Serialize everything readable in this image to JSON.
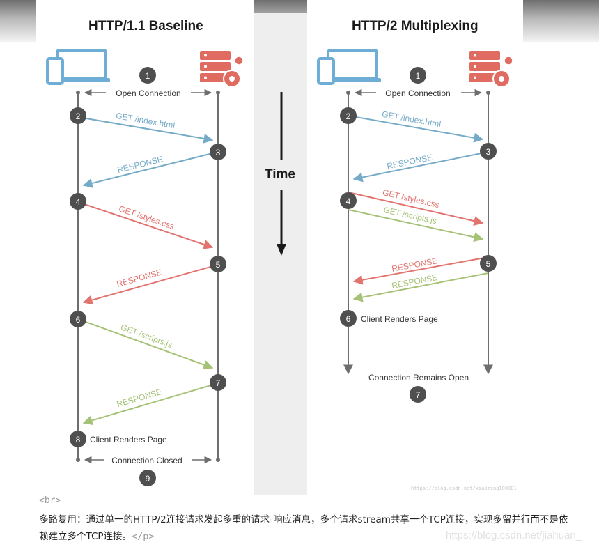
{
  "colors": {
    "blue": "#75abc7",
    "red": "#e2736f",
    "green": "#a6c277",
    "dark": "#4f4f4f",
    "line": "#6e6e6e",
    "device": "#6eaed6",
    "server": "#e06b61"
  },
  "left": {
    "title": "HTTP/1.1 Baseline",
    "open_label": "Open Connection",
    "closed_label": "Connection Closed",
    "renders_label": "Client Renders Page",
    "steps": [
      "1",
      "2",
      "3",
      "4",
      "5",
      "6",
      "7",
      "8",
      "9"
    ],
    "messages": [
      {
        "label": "GET /index.html",
        "color": "blue",
        "dir": "to-server"
      },
      {
        "label": "RESPONSE",
        "color": "blue",
        "dir": "to-client"
      },
      {
        "label": "GET /styles.css",
        "color": "red",
        "dir": "to-server"
      },
      {
        "label": "RESPONSE",
        "color": "red",
        "dir": "to-client"
      },
      {
        "label": "GET /scripts.js",
        "color": "green",
        "dir": "to-server"
      },
      {
        "label": "RESPONSE",
        "color": "green",
        "dir": "to-client"
      }
    ]
  },
  "right": {
    "title": "HTTP/2 Multiplexing",
    "open_label": "Open Connection",
    "remains_label": "Connection Remains Open",
    "renders_label": "Client Renders Page",
    "steps": [
      "1",
      "2",
      "3",
      "4",
      "5",
      "6",
      "7"
    ],
    "messages": [
      {
        "label": "GET /index.html",
        "color": "blue",
        "dir": "to-server"
      },
      {
        "label": "RESPONSE",
        "color": "blue",
        "dir": "to-client"
      },
      {
        "label": "GET /styles.css",
        "color": "red",
        "dir": "to-server"
      },
      {
        "label": "GET /scripts.js",
        "color": "green",
        "dir": "to-server"
      },
      {
        "label": "RESPONSE",
        "color": "red",
        "dir": "to-client"
      },
      {
        "label": "RESPONSE",
        "color": "green",
        "dir": "to-client"
      }
    ]
  },
  "time_label": "Time",
  "footer": {
    "br_tag": "<br>",
    "description": "多路复用：通过单一的HTTP/2连接请求发起多重的请求-响应消息，多个请求stream共享一个TCP连接，实现多留并行而不是依赖建立多个TCP连接。",
    "close_tag": "</p>"
  },
  "watermark_small": "https://blog.csdn.net/xiaoming100001",
  "watermark": "https://blog.csdn.net/jiahuan_"
}
